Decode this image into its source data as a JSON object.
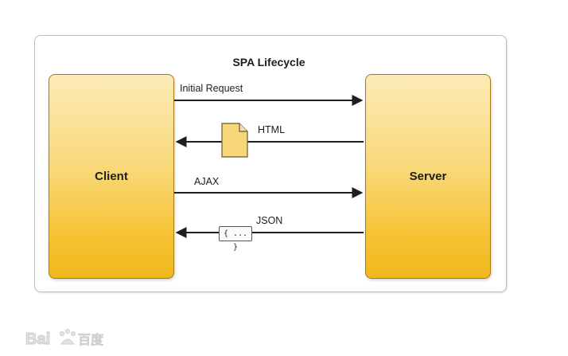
{
  "diagram": {
    "title": "SPA Lifecycle",
    "client_label": "Client",
    "server_label": "Server",
    "arrows": [
      {
        "label": "Initial Request",
        "direction": "client-to-server"
      },
      {
        "label": "HTML",
        "direction": "server-to-client",
        "icon": "document-icon"
      },
      {
        "label": "AJAX",
        "direction": "client-to-server"
      },
      {
        "label": "JSON",
        "direction": "server-to-client",
        "icon": "json-braces-icon"
      }
    ],
    "json_icon_text": "{ ... }"
  },
  "watermark": {
    "text": "Bai百度"
  },
  "colors": {
    "box_top": "#fcebb8",
    "box_bottom": "#f1b81c",
    "box_border": "#a87a12",
    "arrow": "#1e1e1e",
    "frame_border": "#bdbdbd"
  }
}
